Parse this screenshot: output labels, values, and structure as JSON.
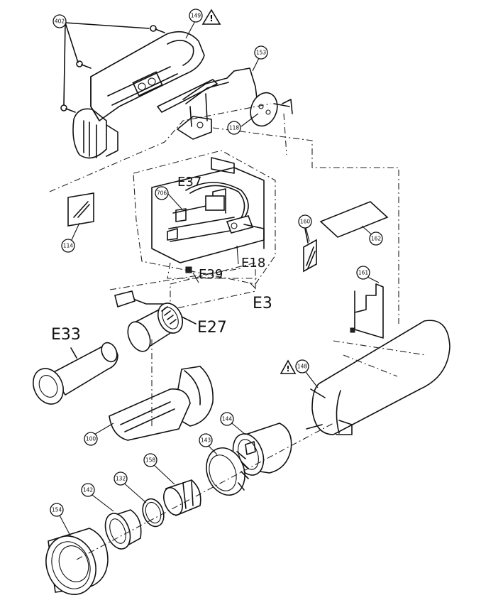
{
  "callouts": {
    "c402": "402",
    "c149": "149",
    "c153": "153",
    "c118": "118",
    "c114": "114",
    "c706": "706",
    "c160": "160",
    "c162": "162",
    "c161": "161",
    "c148": "148",
    "c100": "100",
    "c144": "144",
    "c143": "143",
    "c158": "158",
    "c132": "132",
    "c142": "142",
    "c154": "154"
  },
  "labels": {
    "e37": "E37",
    "e18": "E18",
    "e39": "E39",
    "e3": "E3",
    "e27": "E27",
    "e33": "E33"
  },
  "warning_symbol": "warning-triangle-icon"
}
